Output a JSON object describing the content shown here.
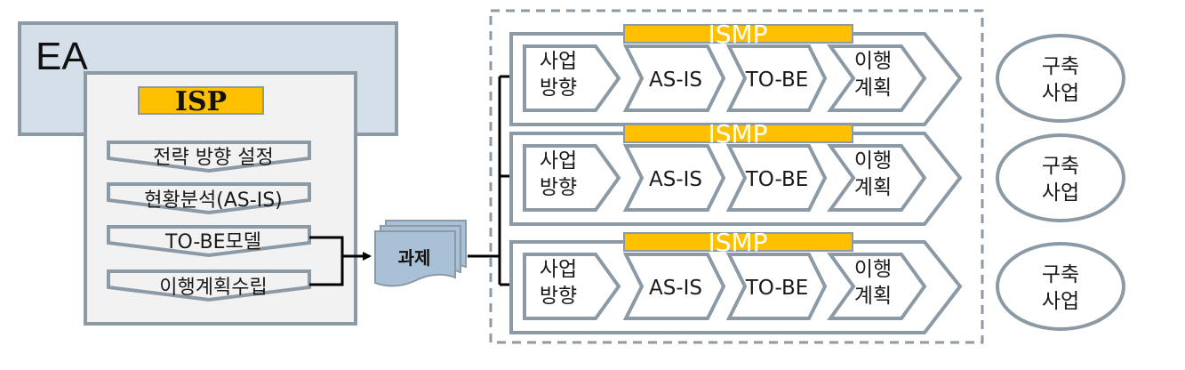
{
  "ea": {
    "title": "EA"
  },
  "isp": {
    "title": "ISP",
    "steps": [
      "전략 방향 설정",
      "현황분석(AS-IS)",
      "TO-BE모델",
      "이행계획수립"
    ]
  },
  "task": {
    "label": "과제"
  },
  "ismp_rows": [
    {
      "title": "ISMP",
      "stages": [
        [
          "사업",
          "방향"
        ],
        [
          "AS-IS"
        ],
        [
          "TO-BE"
        ],
        [
          "이행",
          "계획"
        ]
      ],
      "outcome": [
        "구축",
        "사업"
      ]
    },
    {
      "title": "ISMP",
      "stages": [
        [
          "사업",
          "방향"
        ],
        [
          "AS-IS"
        ],
        [
          "TO-BE"
        ],
        [
          "이행",
          "계획"
        ]
      ],
      "outcome": [
        "구축",
        "사업"
      ]
    },
    {
      "title": "ISMP",
      "stages": [
        [
          "사업",
          "방향"
        ],
        [
          "AS-IS"
        ],
        [
          "TO-BE"
        ],
        [
          "이행",
          "계획"
        ]
      ],
      "outcome": [
        "구축",
        "사업"
      ]
    }
  ],
  "colors": {
    "ea_fill": "#d4dfea",
    "panel_stroke": "#8c9aa6",
    "panel_fill": "#f2f2f2",
    "accent": "#ffc000",
    "task_fill": "#a9c1d6",
    "line": "#000000"
  }
}
